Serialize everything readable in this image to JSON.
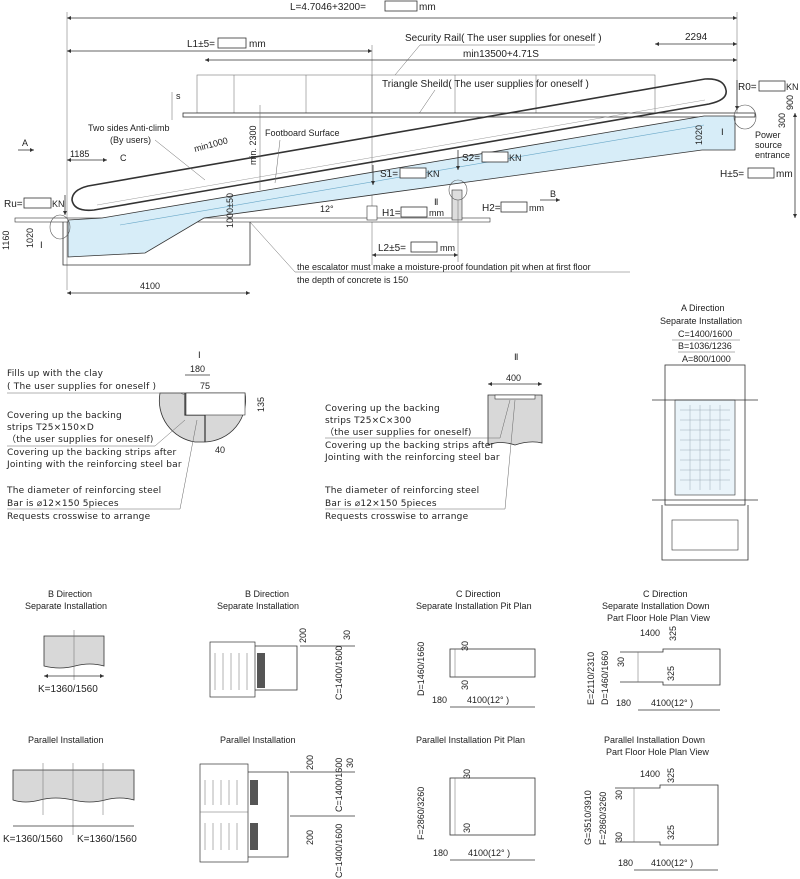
{
  "main_elevation": {
    "total_length": {
      "prefix": "L=4.7046+3200=",
      "suffix": "mm"
    },
    "l1": {
      "prefix": "L1±5=",
      "suffix": "mm"
    },
    "security_rail": "Security Rail( The user supplies for oneself )",
    "dim_2294": "2294",
    "min_length": "min13500+4.71S",
    "triangle_shield": "Triangle Sheild( The user supplies for oneself )",
    "s_label": "s",
    "r0": {
      "prefix": "R0=",
      "suffix": "KN"
    },
    "dim_900": "900",
    "dim_300": "300",
    "dim_1020_right": "1020",
    "detail_i_right": "Ⅰ",
    "power_source": [
      "Power",
      "source",
      "entrance"
    ],
    "anti_climb": [
      "Two sides Anti-climb",
      "(By users)"
    ],
    "footboard": "Footboard Surface",
    "min1000": "min1000",
    "min2300": "min. 2300",
    "a_marker": "A",
    "dim_1185": "1185",
    "c_marker": "C",
    "s2": {
      "prefix": "S2=",
      "suffix": "KN"
    },
    "s1": {
      "prefix": "S1=",
      "suffix": "KN"
    },
    "h": {
      "prefix": "H±5=",
      "suffix": "mm"
    },
    "ru": {
      "prefix": "Ru=",
      "suffix": "KN"
    },
    "angle": "12°",
    "h1": {
      "prefix": "H1=",
      "suffix": "mm"
    },
    "h2": {
      "prefix": "H2=",
      "suffix": "mm"
    },
    "detail_ii": "Ⅱ",
    "b_marker": "B",
    "dim_1000": "1000±50",
    "l2": {
      "prefix": "L2±5=",
      "suffix": "mm"
    },
    "dim_1160": "1160",
    "dim_1020_left": "1020",
    "detail_i_left": "Ⅰ",
    "dim_4100": "4100",
    "pit_note": [
      "the escalator must make a moisture-proof foundation pit when at first floor",
      "the depth of concrete is  150"
    ]
  },
  "detail_i": {
    "title": "Ⅰ",
    "dim_180": "180",
    "dim_75": "75",
    "dim_135": "135",
    "dim_40": "40",
    "notes": [
      "Fills up with the clay",
      "( The user supplies for oneself )",
      "Covering up the backing",
      "strips T25×150×D",
      "（the user supplies for oneself)",
      "Covering up the backing strips after",
      "Jointing with the reinforcing steel bar",
      "The diameter of reinforcing steel",
      "Bar is ⌀12×150 5pieces",
      "Requests crosswise to arrange"
    ]
  },
  "detail_ii": {
    "title": "Ⅱ",
    "dim_400": "400",
    "notes": [
      "Covering up the backing",
      "strips T25×C×300",
      "（the user supplies for oneself)",
      "Covering up the backing strips after",
      "Jointing with the reinforcing steel bar",
      "The diameter of reinforcing steel",
      "Bar is ⌀12×150 5pieces",
      "Requests crosswise to arrange"
    ]
  },
  "a_direction": {
    "title": [
      "A Direction",
      "Separate Installation"
    ],
    "dims": [
      "C=1400/1600",
      "B=1036/1236",
      "A=800/1000"
    ]
  },
  "views": {
    "b_sep_section": {
      "title": [
        "B Direction",
        "Separate Installation"
      ],
      "k": "K=1360/1560"
    },
    "b_sep_plan": {
      "title": [
        "B Direction",
        "Separate Installation"
      ],
      "d200": "200",
      "d30": "30",
      "c": "C=1400/1600"
    },
    "c_sep_pit": {
      "title": [
        "C Direction",
        "Separate Installation Pit Plan"
      ],
      "d": "D=1460/1660",
      "d30a": "30",
      "d30b": "30",
      "d180": "180",
      "d4100": "4100(12° )"
    },
    "c_sep_hole": {
      "title": [
        "C Direction",
        "Separate Installation Down",
        "Part Floor Hole Plan View"
      ],
      "d1400": "1400",
      "d325a": "325",
      "d325b": "325",
      "d30": "30",
      "e": "E=2110/2310",
      "d": "D=1460/1660",
      "d180": "180",
      "d4100": "4100(12° )"
    },
    "par_section": {
      "title": [
        "Parallel Installation"
      ],
      "k1": "K=1360/1560",
      "k2": "K=1360/1560"
    },
    "par_plan": {
      "title": [
        "Parallel Installation"
      ],
      "d200a": "200",
      "d200b": "200",
      "d30": "30",
      "c1": "C=1400/1600",
      "c2": "C=1400/1600"
    },
    "par_pit": {
      "title": [
        "Parallel Installation Pit Plan"
      ],
      "f": "F=2860/3260",
      "d30a": "30",
      "d30b": "30",
      "d180": "180",
      "d4100": "4100(12° )"
    },
    "par_hole": {
      "title": [
        "Parallel  Installation Down",
        "Part Floor Hole Plan View"
      ],
      "d1400": "1400",
      "d325a": "325",
      "d325b": "325",
      "d30a": "30",
      "d30b": "30",
      "g": "G=3510/3910",
      "f": "F=2860/3260",
      "d180": "180",
      "d4100": "4100(12° )"
    }
  }
}
